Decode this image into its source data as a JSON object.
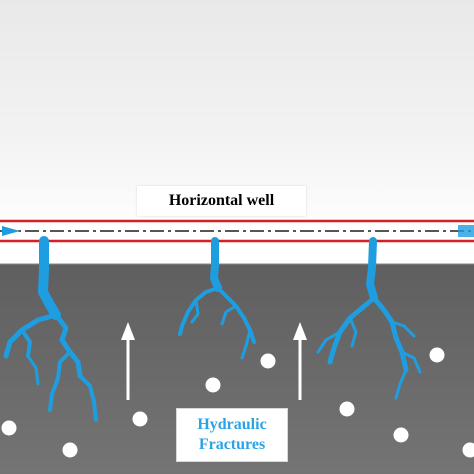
{
  "labels": {
    "well": "Horizontal well",
    "fractures": "Hydraulic\nFractures"
  },
  "colors": {
    "reservoir": "#6b6b6b",
    "fracture": "#1e9ee0",
    "well_outline": "#d61f26",
    "proppant": "#ffffff",
    "sky": "#f0f0f0"
  },
  "icons": [
    "upward-flow-arrow",
    "proppant-particle",
    "fracture-branch"
  ]
}
